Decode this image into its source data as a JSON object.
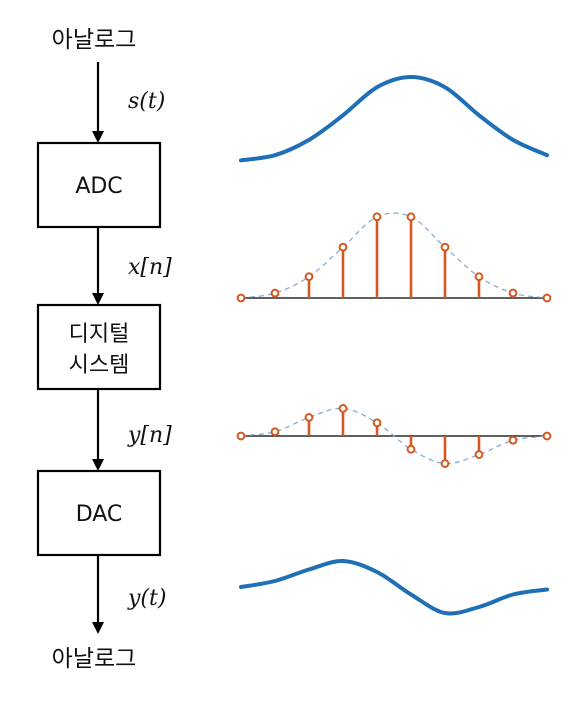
{
  "diagram": {
    "input_label": "아날로그",
    "output_label": "아날로그",
    "blocks": {
      "adc": "ADC",
      "digital_line1": "디지털",
      "digital_line2": "시스템",
      "dac": "DAC"
    },
    "signals": {
      "s_t": "s(t)",
      "x_n": "x[n]",
      "y_n": "y[n]",
      "y_t": "y(t)"
    },
    "colors": {
      "continuous": "#1f6fb6",
      "stem": "#d4581f",
      "envelope": "#7fa6cf",
      "line": "#000000"
    }
  },
  "chart_data": [
    {
      "type": "line",
      "name": "s(t)",
      "x": [
        0,
        1,
        2,
        3,
        4,
        5,
        6,
        7,
        8,
        9
      ],
      "values": [
        0.02,
        0.08,
        0.26,
        0.55,
        0.88,
        1.0,
        0.88,
        0.55,
        0.26,
        0.08
      ]
    },
    {
      "type": "stem",
      "name": "x[n]",
      "x": [
        0,
        1,
        2,
        3,
        4,
        5,
        6,
        7,
        8,
        9
      ],
      "values": [
        0.0,
        0.06,
        0.26,
        0.62,
        0.99,
        0.99,
        0.62,
        0.26,
        0.06,
        0.0
      ]
    },
    {
      "type": "stem",
      "name": "y[n]",
      "x": [
        0,
        1,
        2,
        3,
        4,
        5,
        6,
        7,
        8,
        9
      ],
      "values": [
        0.0,
        0.08,
        0.35,
        0.52,
        0.25,
        -0.25,
        -0.52,
        -0.35,
        -0.08,
        0.0
      ]
    },
    {
      "type": "line",
      "name": "y(t)",
      "x": [
        0,
        1,
        2,
        3,
        4,
        5,
        6,
        7,
        8,
        9
      ],
      "values": [
        0.0,
        0.12,
        0.35,
        0.52,
        0.3,
        -0.15,
        -0.52,
        -0.4,
        -0.15,
        -0.05
      ]
    }
  ]
}
